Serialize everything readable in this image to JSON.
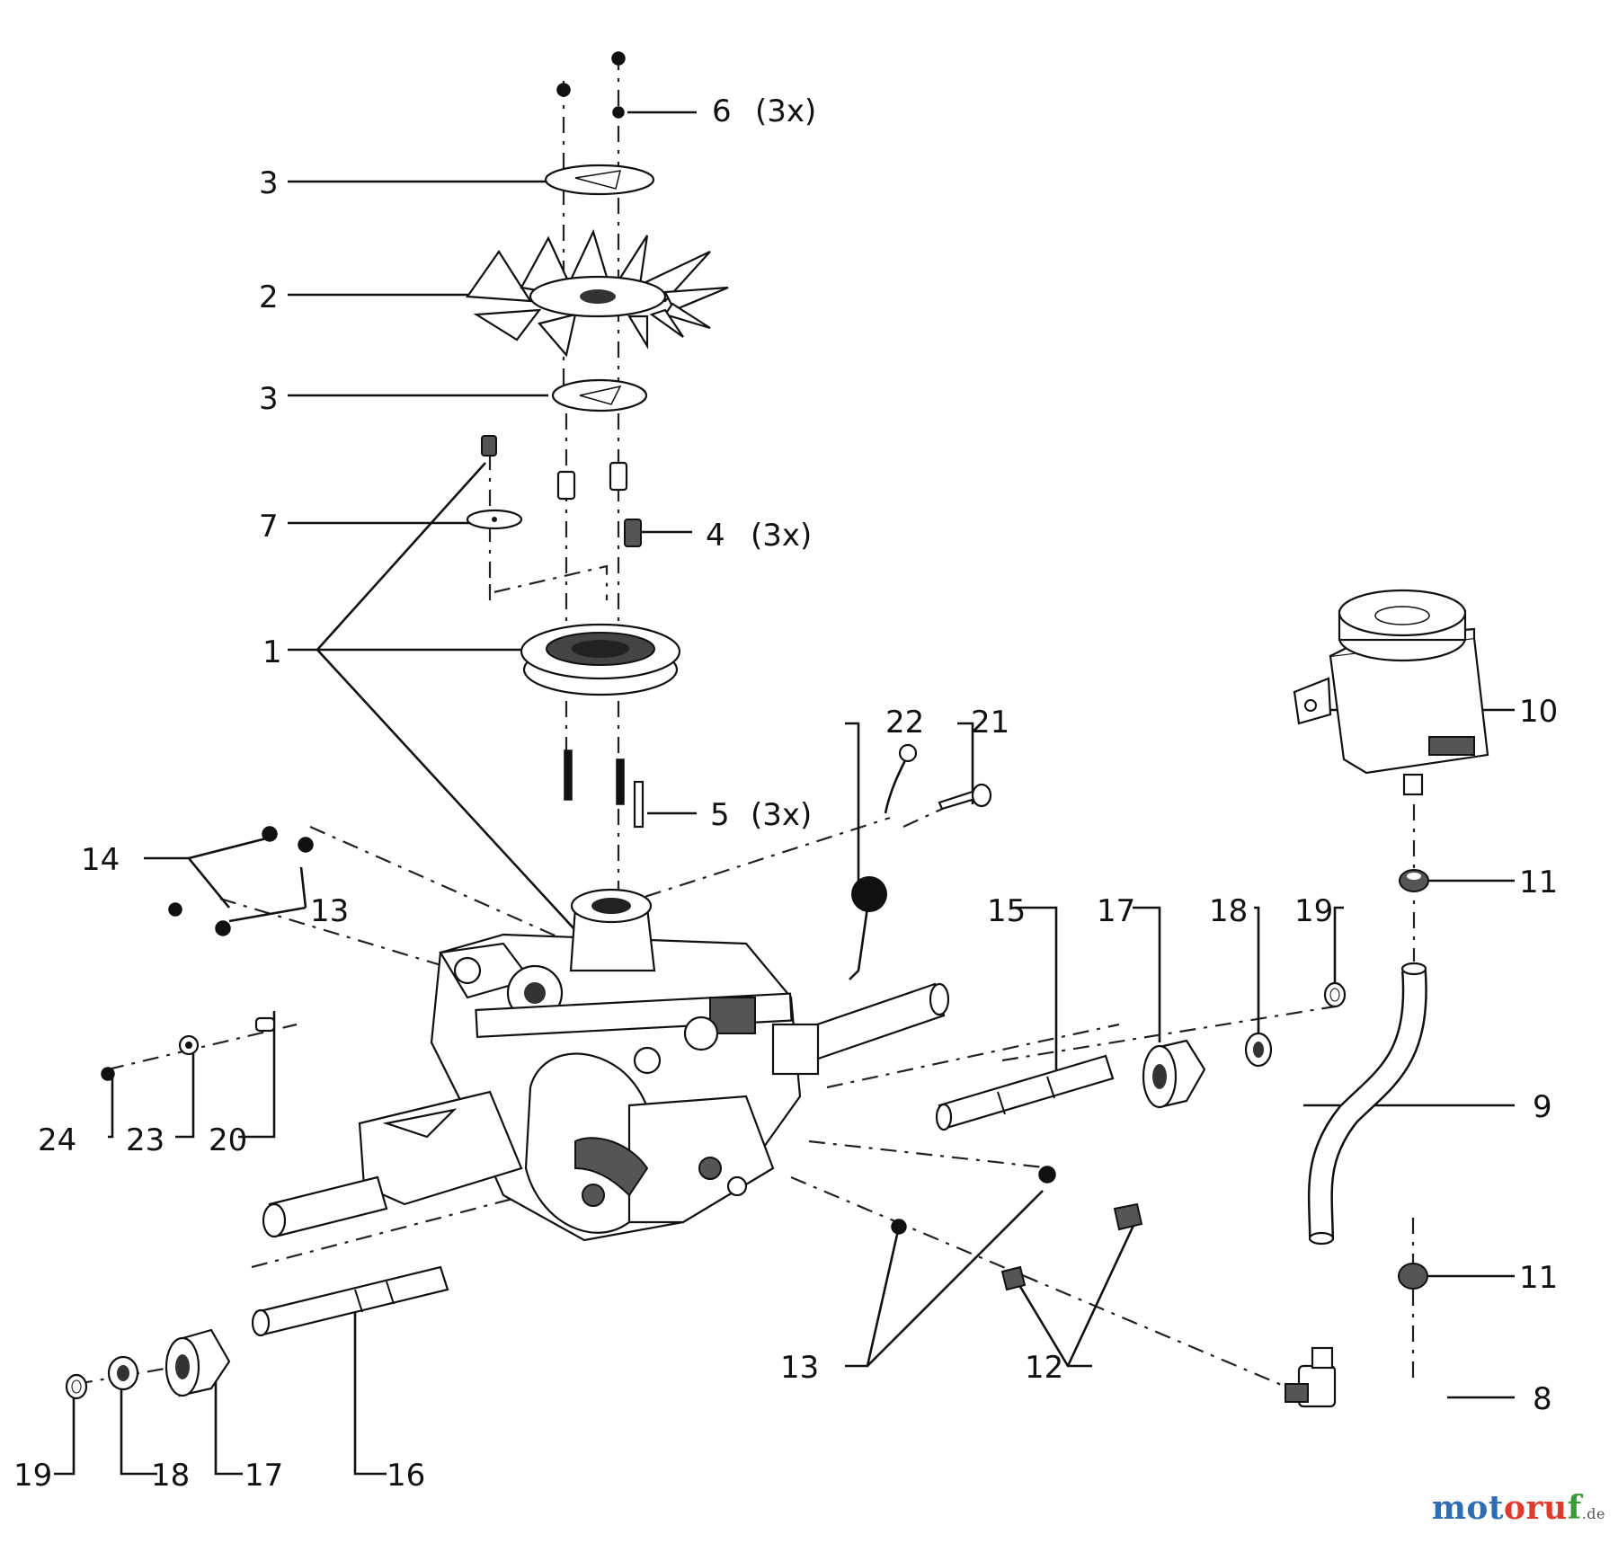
{
  "diagram": {
    "callouts": {
      "c1": "1",
      "c2": "2",
      "c3a": "3",
      "c3b": "3",
      "c4": "4",
      "c4q": "(3x)",
      "c5": "5",
      "c5q": "(3x)",
      "c6": "6",
      "c6q": "(3x)",
      "c7": "7",
      "c8": "8",
      "c9": "9",
      "c10": "10",
      "c11a": "11",
      "c11b": "11",
      "c12": "12",
      "c13a": "13",
      "c13b": "13",
      "c14": "14",
      "c15": "15",
      "c16": "16",
      "c17a": "17",
      "c17b": "17",
      "c18a": "18",
      "c18b": "18",
      "c19a": "19",
      "c19b": "19",
      "c20": "20",
      "c21": "21",
      "c22": "22",
      "c23": "23",
      "c24": "24"
    }
  },
  "watermark": {
    "part1": "mot",
    "part2": "oru",
    "part3": "f",
    "tld": ".de"
  }
}
